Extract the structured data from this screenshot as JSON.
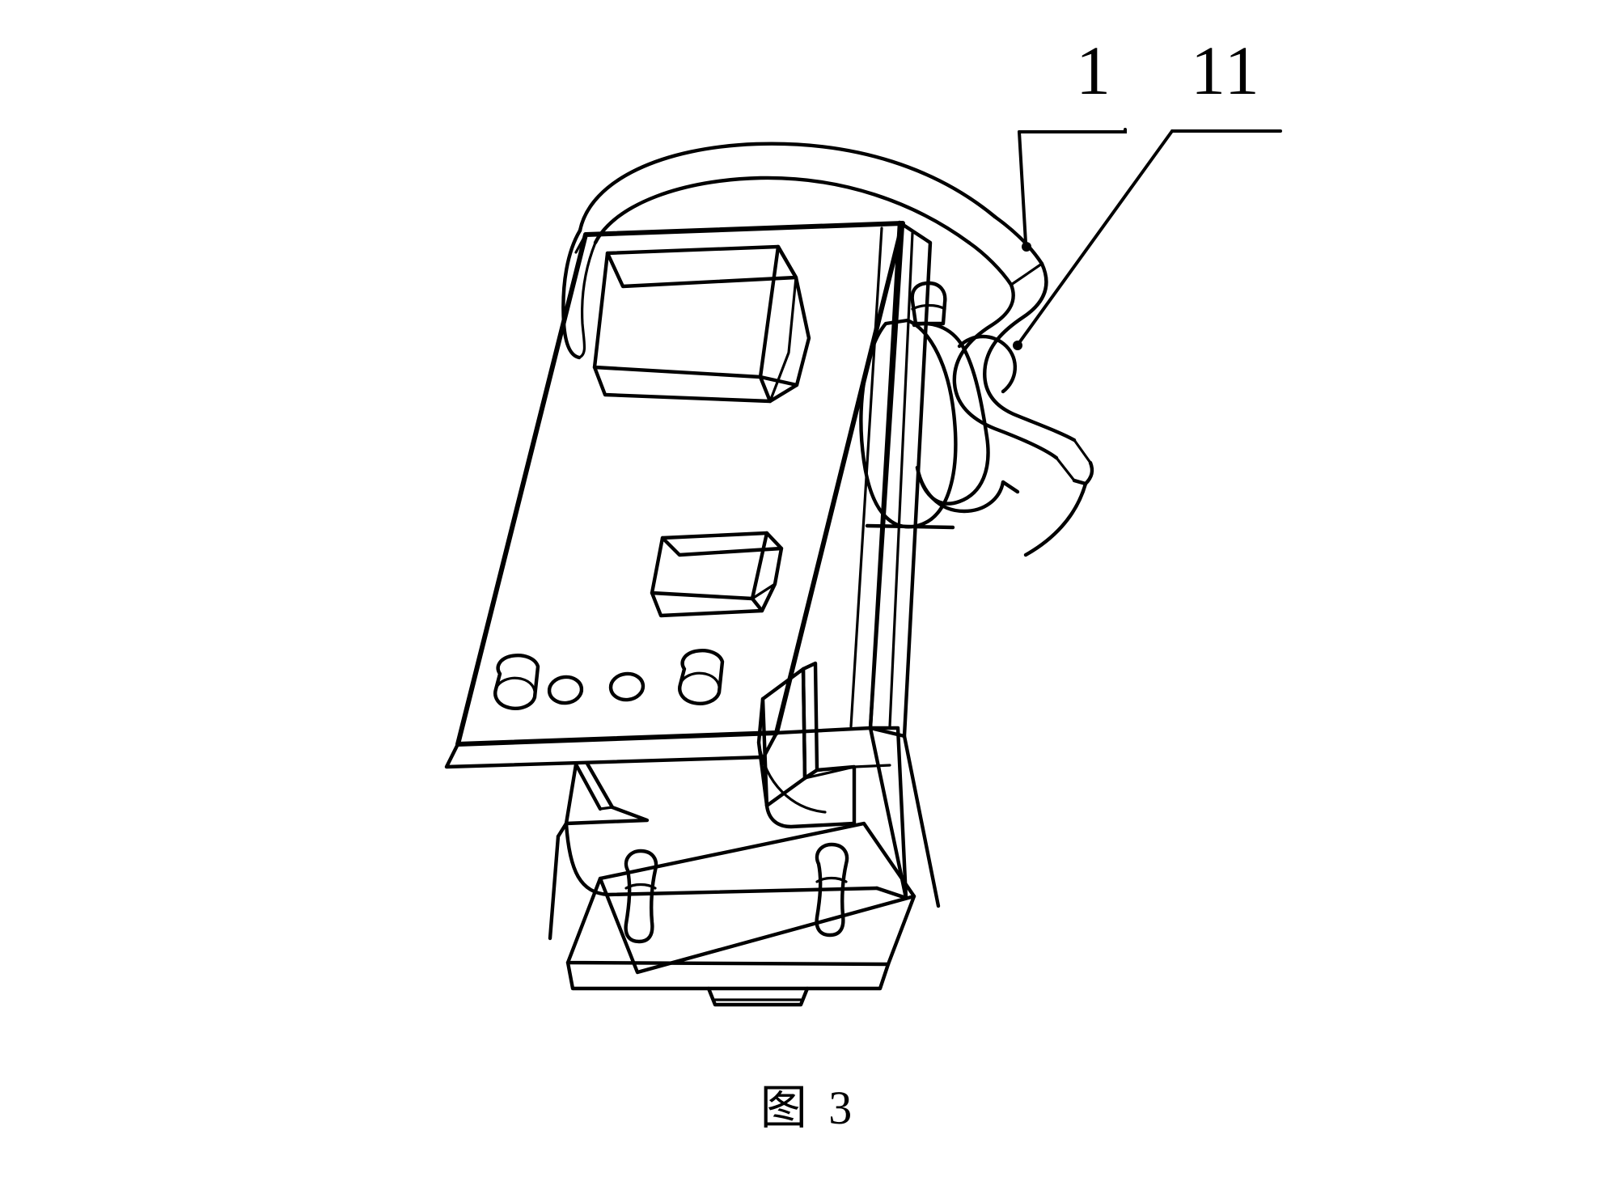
{
  "document": {
    "kind": "patent-figure",
    "caption": "图 3",
    "background_color": "#ffffff",
    "ink_color": "#000000"
  },
  "reference_labels": [
    {
      "id": "1",
      "text": "1",
      "points_to": "curved-handle-arc"
    },
    {
      "id": "11",
      "text": "11",
      "points_to": "s-curved-hook-bracket"
    }
  ],
  "drawing": {
    "title": "perspective line drawing of wall-mounted device assembly",
    "parts": [
      {
        "name": "curved-handle-arc",
        "description": "arched band over the top of the front panel"
      },
      {
        "name": "front-panel",
        "description": "large tilted rectangular face plate"
      },
      {
        "name": "large-raised-box",
        "description": "upper rectangular block protruding from the front panel"
      },
      {
        "name": "small-raised-box",
        "description": "lower rectangular block protruding from the front panel"
      },
      {
        "name": "push-button-left",
        "description": "cylindrical button at left of control row"
      },
      {
        "name": "indicator-led-1",
        "description": "small round indicator hole"
      },
      {
        "name": "indicator-led-2",
        "description": "small round indicator hole"
      },
      {
        "name": "push-button-right",
        "description": "cylindrical button at right of control row"
      },
      {
        "name": "s-curved-hook-bracket",
        "description": "S shaped hook arm at the right side"
      },
      {
        "name": "bulb-assembly",
        "description": "two bulbous rounded bodies behind the right edge"
      },
      {
        "name": "side-wall-panel",
        "description": "tall right side wall of the housing"
      },
      {
        "name": "support-bracket",
        "description": "angled bracket under the panel"
      },
      {
        "name": "base-plate",
        "description": "bottom mounting plate with protruding tab"
      },
      {
        "name": "base-pin-left",
        "description": "rounded pin standing on the base plate"
      },
      {
        "name": "base-pin-right",
        "description": "rounded pin standing on the base plate"
      }
    ]
  }
}
